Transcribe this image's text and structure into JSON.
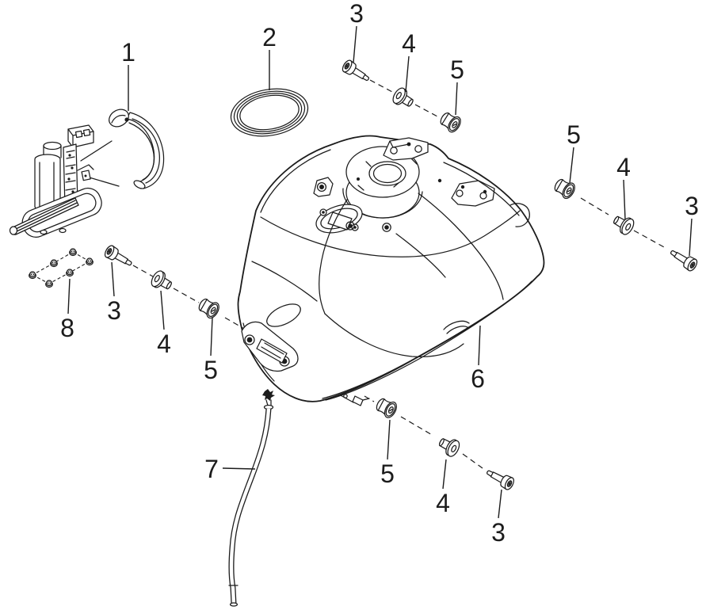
{
  "colors": {
    "background": "#ffffff",
    "line": "#1c1c1c"
  },
  "callouts": [
    {
      "id": "1-pump",
      "label": "1"
    },
    {
      "id": "2-oring",
      "label": "2"
    },
    {
      "id": "3-top",
      "label": "3"
    },
    {
      "id": "4-top",
      "label": "4"
    },
    {
      "id": "5-top",
      "label": "5"
    },
    {
      "id": "5-right",
      "label": "5"
    },
    {
      "id": "4-right",
      "label": "4"
    },
    {
      "id": "3-right",
      "label": "3"
    },
    {
      "id": "3-left",
      "label": "3"
    },
    {
      "id": "4-left",
      "label": "4"
    },
    {
      "id": "5-left",
      "label": "5"
    },
    {
      "id": "8-screws",
      "label": "8"
    },
    {
      "id": "6-tank",
      "label": "6"
    },
    {
      "id": "5-bottom",
      "label": "5"
    },
    {
      "id": "4-bottom",
      "label": "4"
    },
    {
      "id": "3-bottom",
      "label": "3"
    },
    {
      "id": "7-hose",
      "label": "7"
    }
  ]
}
